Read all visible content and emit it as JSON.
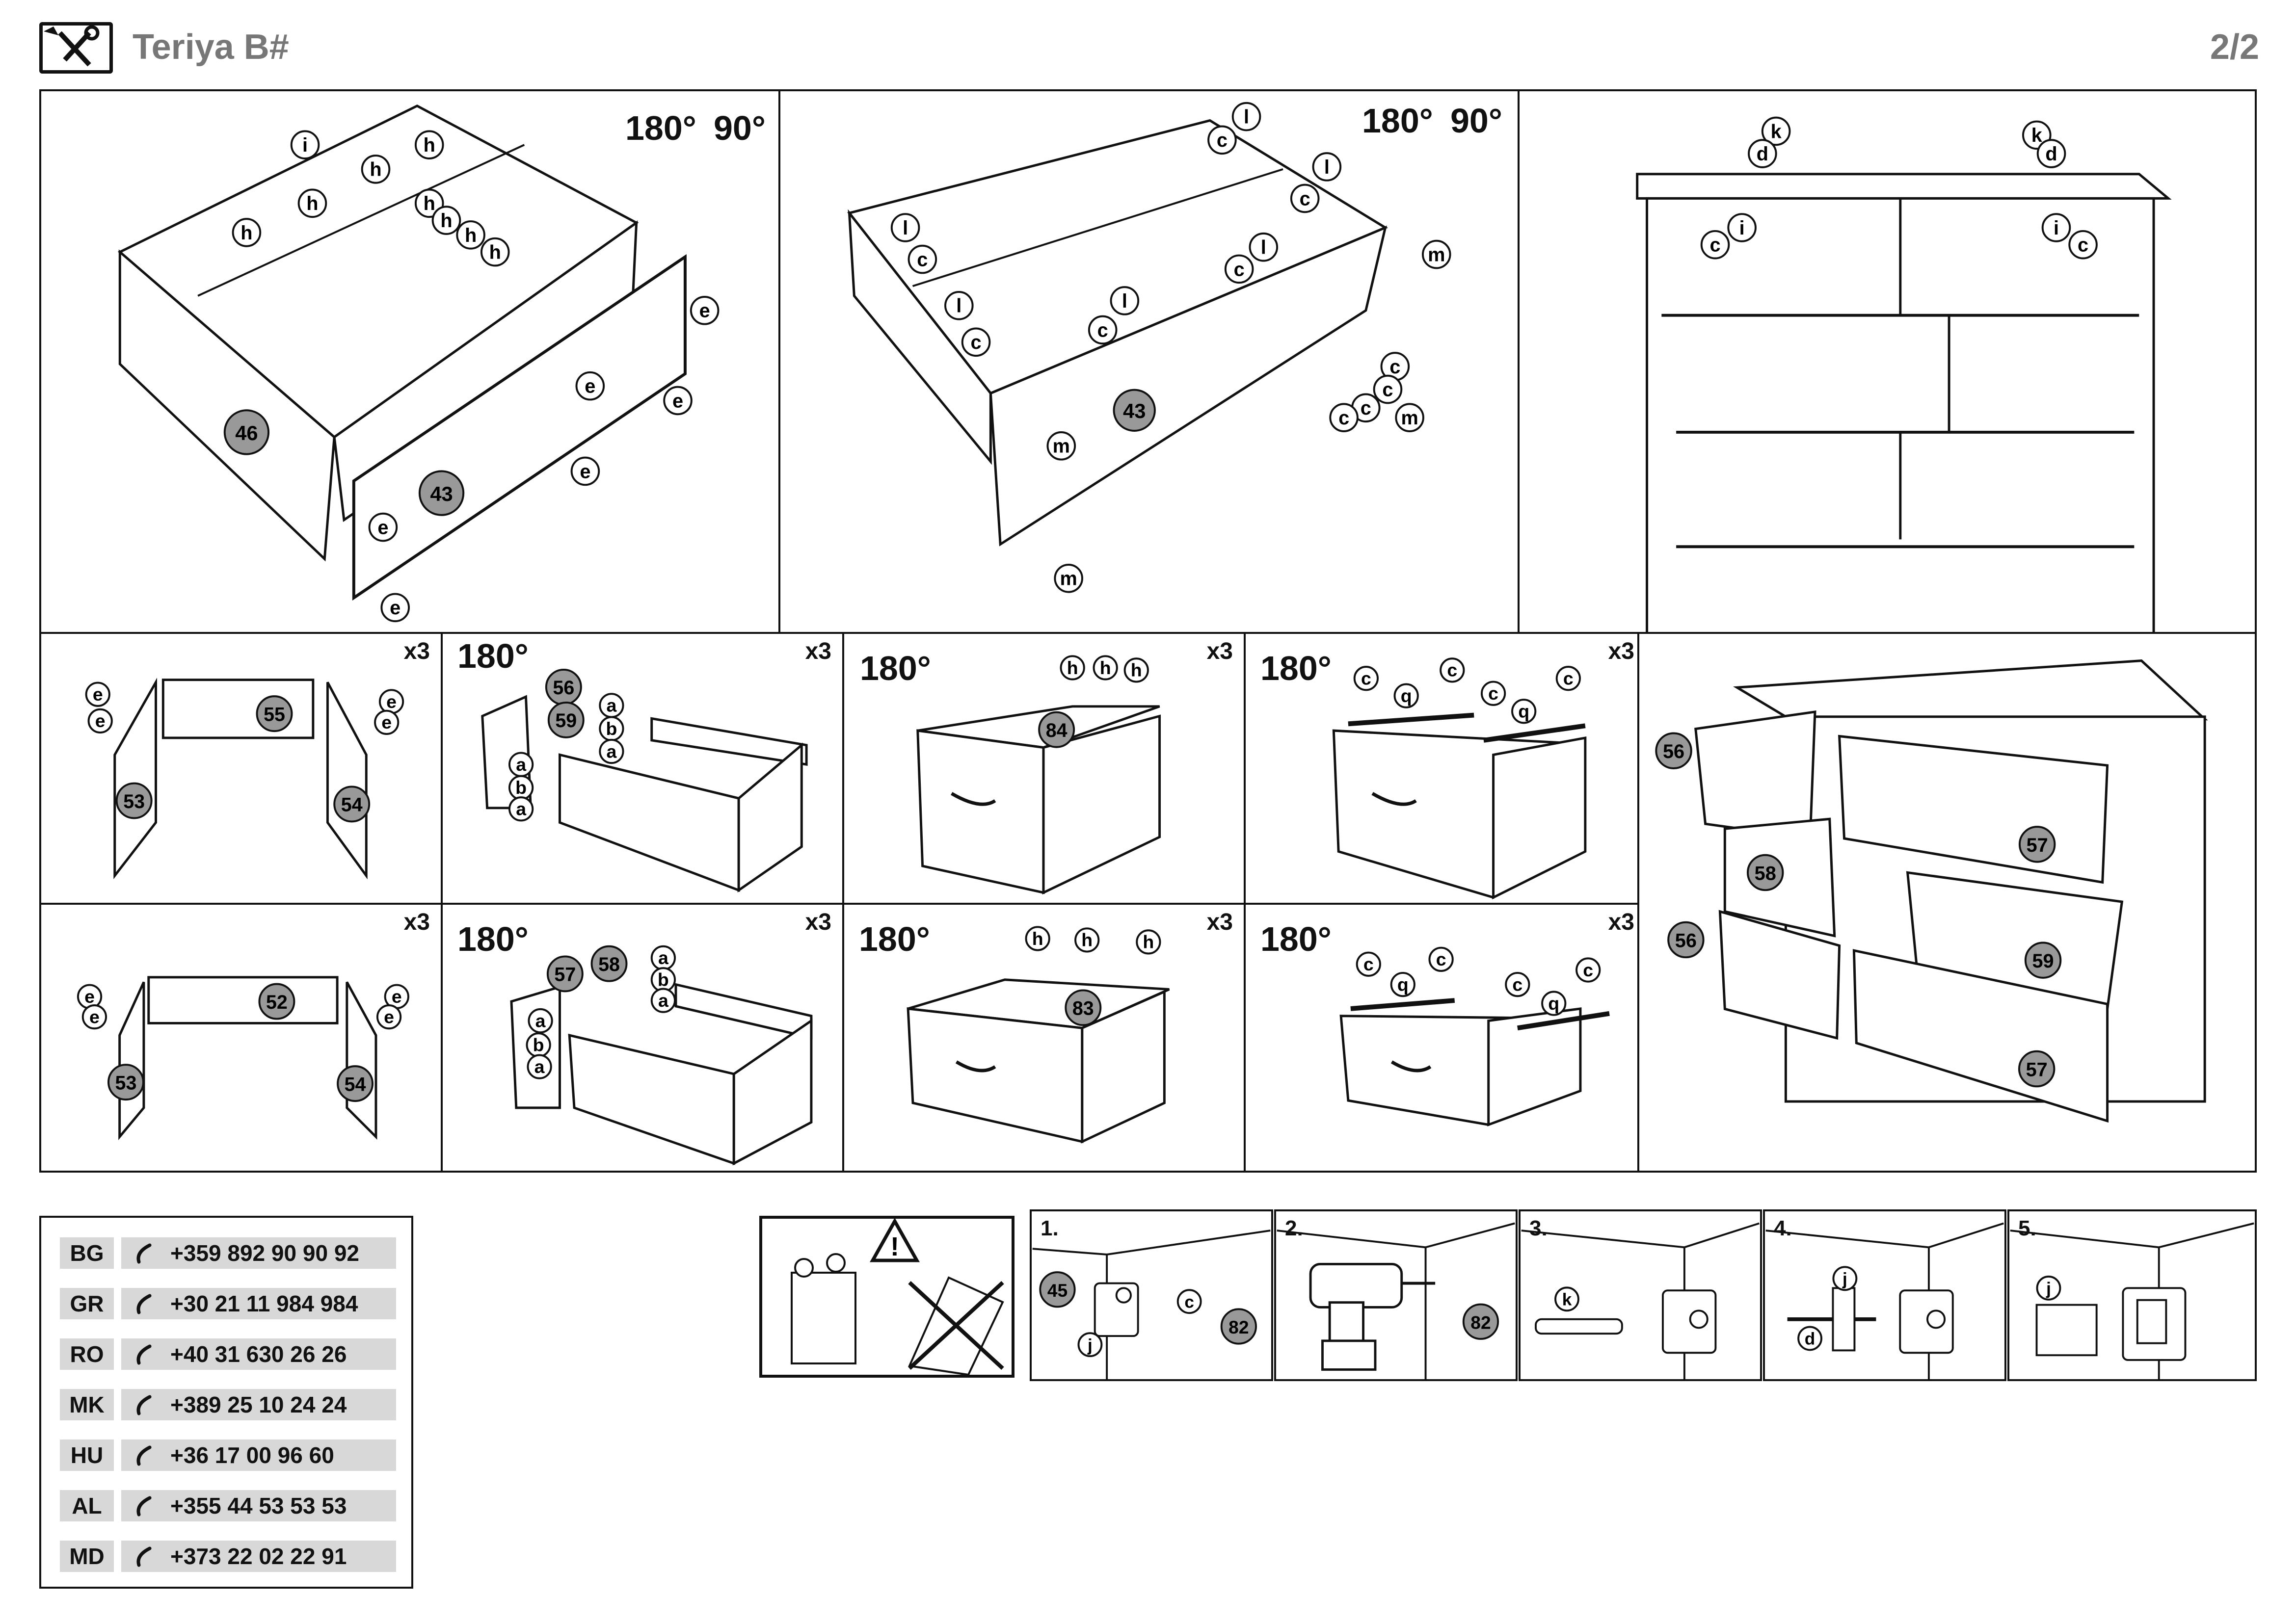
{
  "header": {
    "title": "Teriya B#",
    "page": "2/2",
    "icon": "tools-icon"
  },
  "top_panels": [
    {
      "rotation_1": "180°",
      "rotation_2": "90°",
      "labels": [
        "i",
        "h",
        "h",
        "h",
        "h",
        "h",
        "h",
        "h",
        "h",
        "e",
        "e",
        "e",
        "e",
        "e",
        "e"
      ],
      "parts": [
        "46",
        "43"
      ]
    },
    {
      "rotation_1": "180°",
      "rotation_2": "90°",
      "labels": [
        "l",
        "c",
        "l",
        "c",
        "l",
        "c",
        "l",
        "c",
        "l",
        "c",
        "l",
        "c",
        "m",
        "m",
        "m",
        "m",
        "c",
        "c",
        "c",
        "c"
      ],
      "parts": [
        "43"
      ]
    },
    {
      "labels": [
        "k",
        "d",
        "k",
        "d",
        "c",
        "i",
        "i",
        "c"
      ],
      "parts": []
    }
  ],
  "drawer_rows": [
    {
      "mult": "x3",
      "parts_a": [
        "55",
        "53",
        "54"
      ],
      "labels_a": [
        "e",
        "e",
        "e",
        "e"
      ],
      "rot_b": "180°",
      "mult_b": "x3",
      "parts_b": [
        "56",
        "59"
      ],
      "labels_b": [
        "a",
        "b",
        "a",
        "a",
        "b",
        "a"
      ],
      "rot_c": "180°",
      "mult_c": "x3",
      "part_c": "84",
      "labels_c": [
        "h",
        "h",
        "h"
      ],
      "rot_d": "180°",
      "mult_d": "x3",
      "labels_d": [
        "c",
        "c",
        "c",
        "c",
        "q",
        "q"
      ]
    },
    {
      "mult": "x3",
      "parts_a": [
        "52",
        "53",
        "54"
      ],
      "labels_a": [
        "e",
        "e",
        "e",
        "e"
      ],
      "rot_b": "180°",
      "mult_b": "x3",
      "parts_b": [
        "57",
        "58"
      ],
      "labels_b": [
        "a",
        "b",
        "a",
        "a",
        "b",
        "a"
      ],
      "rot_c": "180°",
      "mult_c": "x3",
      "part_c": "83",
      "labels_c": [
        "h",
        "h",
        "h"
      ],
      "rot_d": "180°",
      "mult_d": "x3",
      "labels_d": [
        "c",
        "c",
        "c",
        "c",
        "q",
        "q"
      ]
    }
  ],
  "final_panel": {
    "parts": [
      "56",
      "57",
      "58",
      "59",
      "56",
      "57"
    ]
  },
  "contacts": [
    {
      "code": "BG",
      "phone": "+359 892 90 90 92"
    },
    {
      "code": "GR",
      "phone": "+30 21 11 984 984"
    },
    {
      "code": "RO",
      "phone": "+40 31 630 26 26"
    },
    {
      "code": "MK",
      "phone": "+389 25 10 24 24"
    },
    {
      "code": "HU",
      "phone": "+36 17 00 96 60"
    },
    {
      "code": "AL",
      "phone": "+355 44 53 53 53"
    },
    {
      "code": "MD",
      "phone": "+373 22 02 22 91"
    }
  ],
  "wall_steps": [
    {
      "num": "1.",
      "parts": [
        "45",
        "82"
      ],
      "labels": [
        "c",
        "j"
      ]
    },
    {
      "num": "2.",
      "parts": [
        "82"
      ],
      "labels": []
    },
    {
      "num": "3.",
      "parts": [],
      "labels": [
        "k"
      ]
    },
    {
      "num": "4.",
      "parts": [],
      "labels": [
        "j",
        "d"
      ]
    },
    {
      "num": "5.",
      "parts": [],
      "labels": [
        "j"
      ]
    }
  ]
}
